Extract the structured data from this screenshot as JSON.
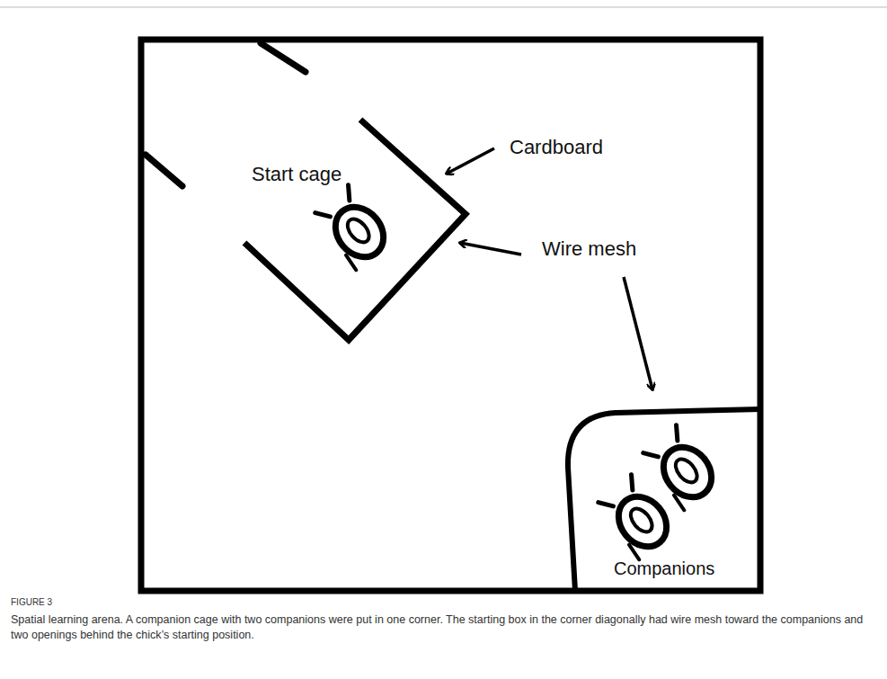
{
  "diagram": {
    "caption": "Spatial learning arena. A companion cage with two companions were put in one corner. The starting box in the corner diagonally had wire mesh toward the companions and two openings behind the chick’s starting position.",
    "nodes": [
      {
        "text": [
          "Start cage"
        ]
      },
      {
        "text": [
          "Companions"
        ]
      }
    ],
    "labels": [
      "Cardboard",
      "Wire mesh",
      "FIGURE 3"
    ]
  }
}
